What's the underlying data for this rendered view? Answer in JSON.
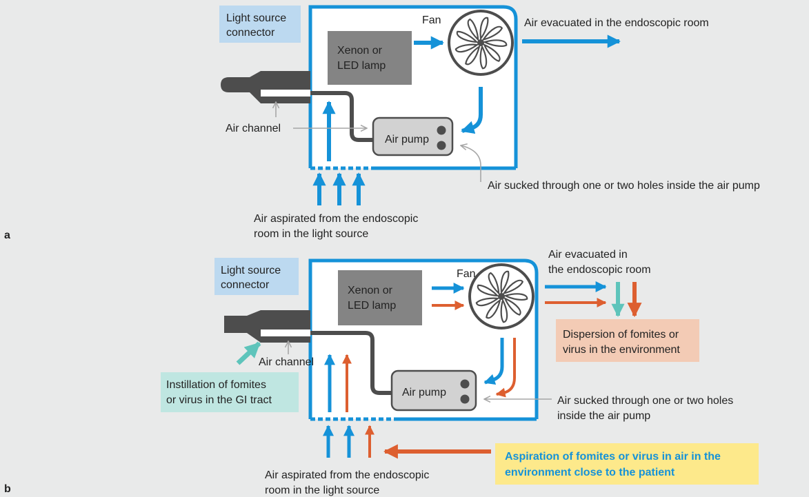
{
  "panels": {
    "a": {
      "letter": "a",
      "light_source_connector": [
        "Light source",
        "connector"
      ],
      "fan": "Fan",
      "lamp": [
        "Xenon or",
        "LED lamp"
      ],
      "air_evacuated": "Air evacuated in the endoscopic room",
      "air_channel": "Air channel",
      "air_pump": "Air pump",
      "air_sucked": "Air sucked through one or two holes inside the air pump",
      "air_aspirated": [
        "Air aspirated from the endoscopic",
        "room in the light source"
      ]
    },
    "b": {
      "letter": "b",
      "light_source_connector": [
        "Light source",
        "connector"
      ],
      "fan": "Fan",
      "lamp": [
        "Xenon or",
        "LED lamp"
      ],
      "air_evacuated": [
        "Air evacuated in",
        "the endoscopic room"
      ],
      "dispersion": [
        "Dispersion of fomites or",
        "virus in the environment"
      ],
      "air_channel": "Air channel",
      "instillation": [
        "Instillation of fomites",
        "or virus in the GI tract"
      ],
      "air_pump": "Air pump",
      "air_sucked": [
        "Air sucked through one or two holes",
        "inside the air pump"
      ],
      "aspiration": [
        "Aspiration of fomites or virus in air in the",
        "environment close to the patient"
      ],
      "air_aspirated": [
        "Air aspirated from the endoscopic",
        "room in the light source"
      ]
    }
  },
  "colors": {
    "blue": "#1592d8",
    "orange": "#dd5f30",
    "teal": "#5ec4bb",
    "gray_arrow": "#a6a6a6",
    "lamp_fill": "#848484",
    "pump_fill": "#d2d2d2",
    "dark": "#4d4d4d",
    "connector_label_bg": "#bcd9f0",
    "dispersion_bg": "#f3cbb5",
    "instillation_bg": "#bfe6e1",
    "aspiration_bg": "#fde98b",
    "aspiration_text": "#1592d8",
    "background": "#e9eaea"
  }
}
